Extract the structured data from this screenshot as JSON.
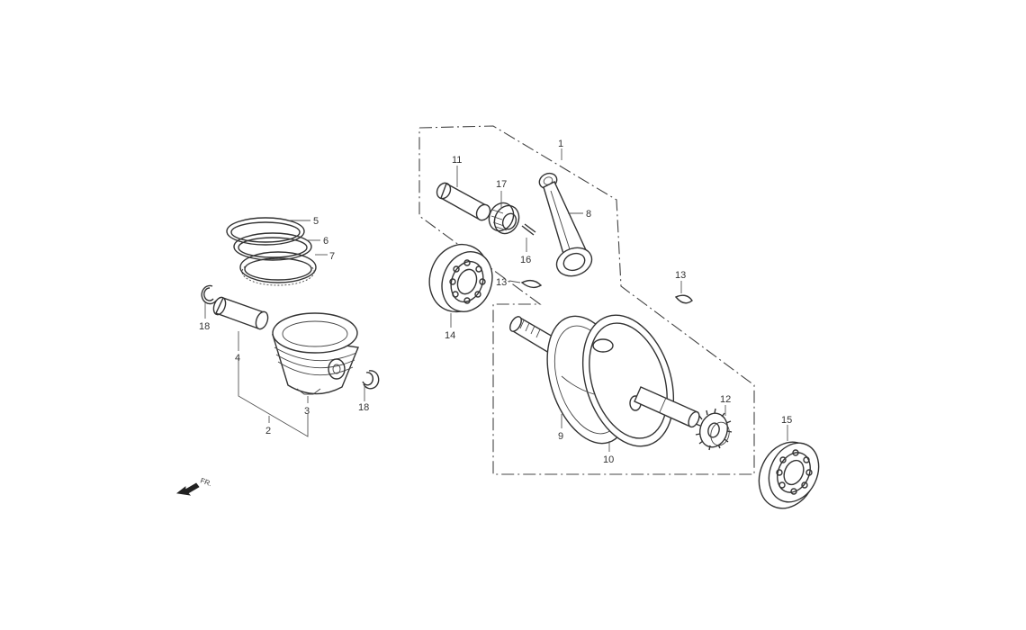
{
  "diagram": {
    "callouts": [
      {
        "id": "c1",
        "label": "1"
      },
      {
        "id": "c2",
        "label": "2"
      },
      {
        "id": "c3",
        "label": "3"
      },
      {
        "id": "c4",
        "label": "4"
      },
      {
        "id": "c5",
        "label": "5"
      },
      {
        "id": "c6",
        "label": "6"
      },
      {
        "id": "c7",
        "label": "7"
      },
      {
        "id": "c8",
        "label": "8"
      },
      {
        "id": "c9",
        "label": "9"
      },
      {
        "id": "c10",
        "label": "10"
      },
      {
        "id": "c11",
        "label": "11"
      },
      {
        "id": "c12",
        "label": "12"
      },
      {
        "id": "c13a",
        "label": "13"
      },
      {
        "id": "c13b",
        "label": "13"
      },
      {
        "id": "c14",
        "label": "14"
      },
      {
        "id": "c15",
        "label": "15"
      },
      {
        "id": "c16",
        "label": "16"
      },
      {
        "id": "c17",
        "label": "17"
      },
      {
        "id": "c18a",
        "label": "18"
      },
      {
        "id": "c18b",
        "label": "18"
      }
    ],
    "direction_label": "FR."
  }
}
